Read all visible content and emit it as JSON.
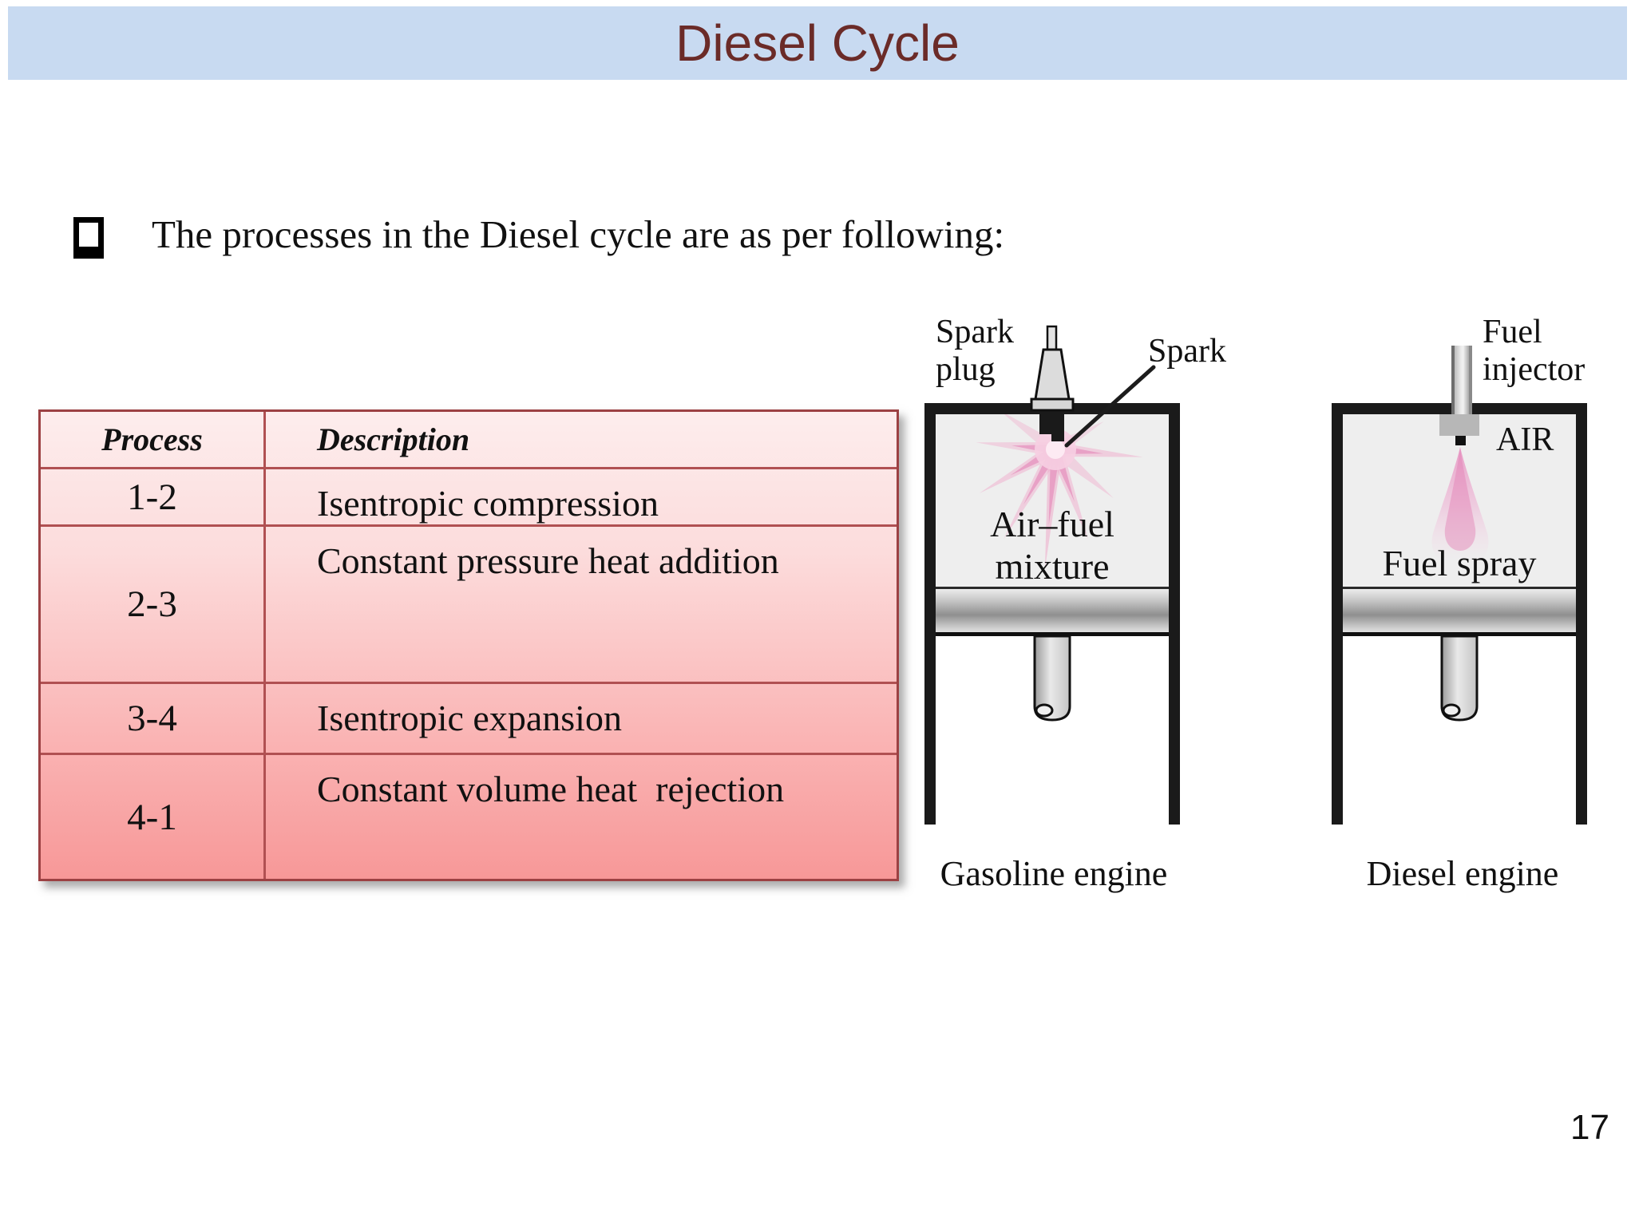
{
  "slide": {
    "title": "Diesel Cycle",
    "bullet_text": "The processes in the Diesel cycle are as per following:",
    "page_number": "17"
  },
  "table": {
    "headers": {
      "process": "Process",
      "description": "Description"
    },
    "rows": [
      {
        "process": "1-2",
        "description": "Isentropic compression"
      },
      {
        "process": "2-3",
        "description": "Constant pressure heat addition"
      },
      {
        "process": "3-4",
        "description": "Isentropic expansion"
      },
      {
        "process": "4-1",
        "description": "Constant volume heat  rejection"
      }
    ]
  },
  "gasoline_engine": {
    "spark_plug_label_line1": "Spark",
    "spark_plug_label_line2": "plug",
    "spark_label": "Spark",
    "chamber_label_line1": "Air–fuel",
    "chamber_label_line2": "mixture",
    "caption": "Gasoline engine"
  },
  "diesel_engine": {
    "injector_label_line1": "Fuel",
    "injector_label_line2": "injector",
    "air_label": "AIR",
    "spray_label": "Fuel spray",
    "caption": "Diesel engine"
  },
  "colors": {
    "header_bar_bg": "#c8daf1",
    "title_text": "#6b2b28",
    "table_border": "#9c4143",
    "table_grid_lines": "#b05052",
    "table_gradient_top": "#fdeded",
    "table_gradient_bottom": "#f79898",
    "spark_pink": "#efaccb",
    "engine_wall_black": "#1a1a1a"
  }
}
